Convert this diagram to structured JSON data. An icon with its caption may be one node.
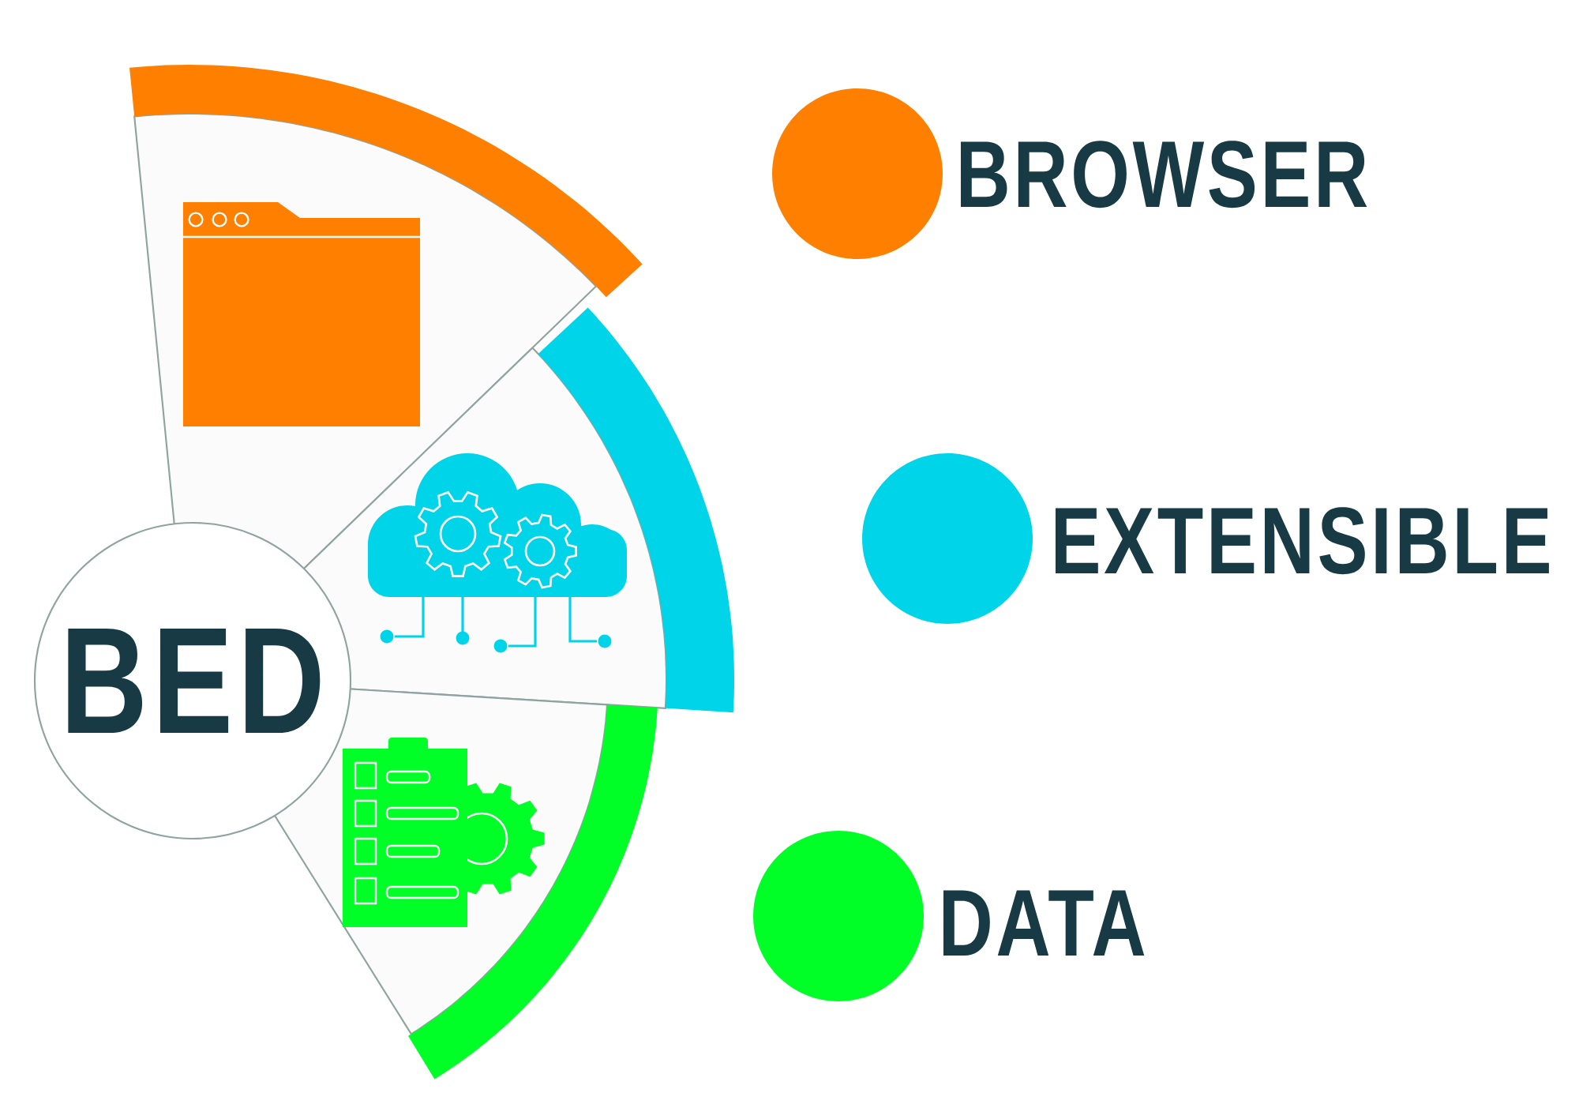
{
  "diagram": {
    "nodes": [
      {
        "text": [
          "BED"
        ]
      }
    ],
    "legend": [
      {
        "text": "BROWSER",
        "color": "#ff8000"
      },
      {
        "text": "EXTENSIBLE",
        "color": "#00d4e8"
      },
      {
        "text": "DATA",
        "color": "#00ff26"
      }
    ]
  }
}
